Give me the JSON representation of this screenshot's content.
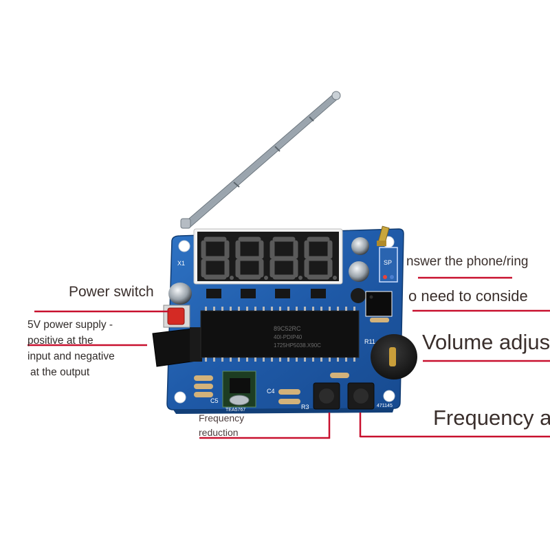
{
  "annotations": {
    "power_switch": "Power switch",
    "power_supply_lines": [
      "5V power supply -",
      "positive at the",
      "input and negative",
      "at the output"
    ],
    "answer_phone": "nswer the phone/ring",
    "no_need": "o need to conside",
    "volume": "Volume adjus",
    "frequency_right": "Frequency a",
    "frequency_reduction_lines": [
      "Frequency",
      "reduction"
    ]
  },
  "board": {
    "display_digits": [
      "8.",
      "8.",
      "8.",
      "8."
    ],
    "chip_text": [
      "89C52RC",
      "40I-PDIP40",
      "1725HP5038.X90C"
    ],
    "silkscreen": [
      "X1",
      "SP",
      "C5",
      "C4",
      "R3",
      "R11",
      "TEA5767",
      "471145"
    ]
  },
  "colors": {
    "board_blue": "#1f5aa8",
    "leader_red": "#c8102e",
    "label_text": "#3a2f2c"
  }
}
